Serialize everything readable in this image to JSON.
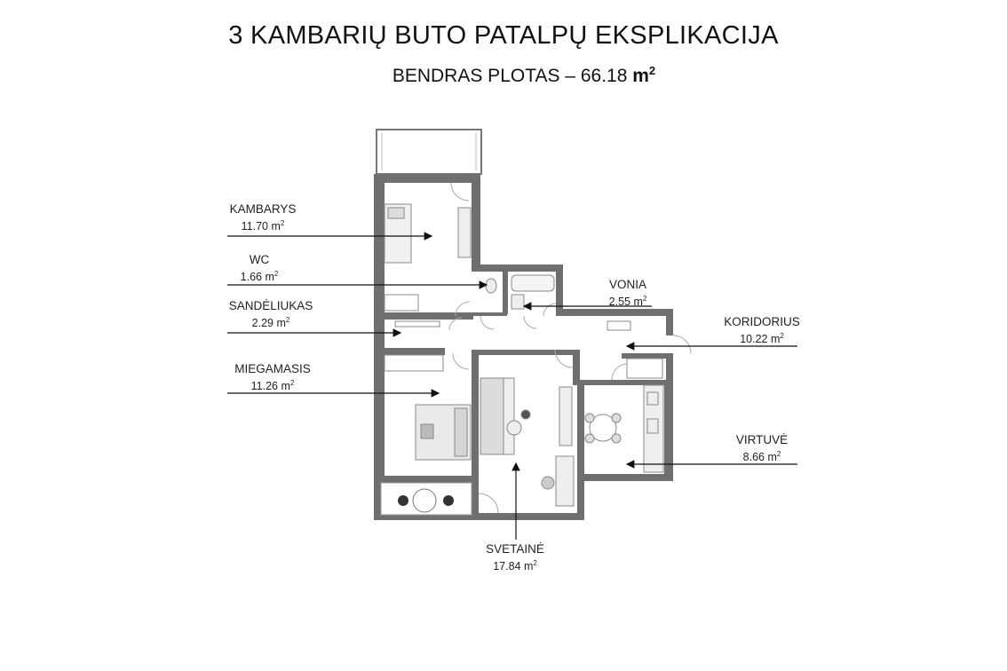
{
  "header": {
    "title": "3 KAMBARIŲ BUTO PATALPŲ EKSPLIKACIJA",
    "subtitle_prefix": "BENDRAS PLOTAS – 66.18",
    "subtitle_unit": "m",
    "subtitle_exp": "2"
  },
  "rooms": [
    {
      "key": "kambarys",
      "name": "KAMBARYS",
      "area": "11.70 m",
      "exp": "2"
    },
    {
      "key": "wc",
      "name": "WC",
      "area": "1.66 m",
      "exp": "2"
    },
    {
      "key": "sandeliukas",
      "name": "SANDĖLIUKAS",
      "area": "2.29 m",
      "exp": "2"
    },
    {
      "key": "miegamasis",
      "name": "MIEGAMASIS",
      "area": "11.26 m",
      "exp": "2"
    },
    {
      "key": "vonia",
      "name": "VONIA",
      "area": "2.55 m",
      "exp": "2"
    },
    {
      "key": "koridorius",
      "name": "KORIDORIUS",
      "area": "10.22 m",
      "exp": "2"
    },
    {
      "key": "virtuve",
      "name": "VIRTUVĖ",
      "area": "8.66 m",
      "exp": "2"
    },
    {
      "key": "svetaine",
      "name": "SVETAINĖ",
      "area": "17.84 m",
      "exp": "2"
    }
  ],
  "colors": {
    "wall": "#6f6f6f",
    "floor": "#ffffff",
    "arrow": "#111111",
    "furniture": "#9a9a9a"
  }
}
